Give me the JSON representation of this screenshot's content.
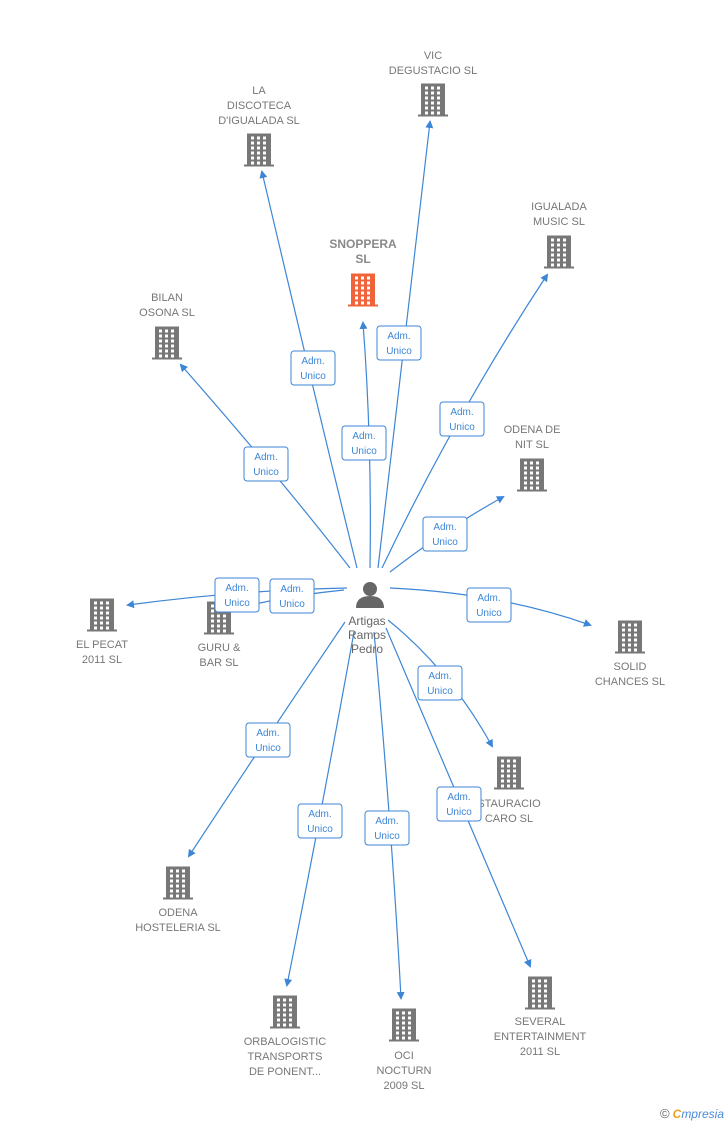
{
  "center": {
    "name_lines": [
      "Artigas",
      "Ramos",
      "Pedro"
    ],
    "icon": "person-icon"
  },
  "colors": {
    "edge": "#3d86d6",
    "building": "#777777",
    "building_highlight": "#f0643c",
    "role_border": "#3d86d6",
    "role_text": "#3d86d6"
  },
  "companies": [
    {
      "id": "la-discoteca",
      "label_lines": [
        "LA",
        "DISCOTECA",
        "D'IGUALADA SL"
      ],
      "role_lines": [
        "Adm.",
        "Unico"
      ],
      "highlight": false
    },
    {
      "id": "vic-degustacio",
      "label_lines": [
        "VIC",
        "DEGUSTACIO SL"
      ],
      "role_lines": [
        "Adm.",
        "Unico"
      ],
      "highlight": false
    },
    {
      "id": "snoppera",
      "label_lines": [
        "SNOPPERA",
        "SL"
      ],
      "role_lines": [
        "Adm.",
        "Unico"
      ],
      "highlight": true
    },
    {
      "id": "igualada-music",
      "label_lines": [
        "IGUALADA",
        "MUSIC  SL"
      ],
      "role_lines": [
        "Adm.",
        "Unico"
      ],
      "highlight": false
    },
    {
      "id": "bilan-osona",
      "label_lines": [
        "BILAN",
        "OSONA SL"
      ],
      "role_lines": [
        "Adm.",
        "Unico"
      ],
      "highlight": false
    },
    {
      "id": "odena-de-nit",
      "label_lines": [
        "ODENA DE",
        "NIT SL"
      ],
      "role_lines": [
        "Adm.",
        "Unico"
      ],
      "highlight": false
    },
    {
      "id": "el-pecat",
      "label_lines": [
        "EL PECAT",
        "2011 SL"
      ],
      "role_lines": [
        "Adm.",
        "Unico"
      ],
      "highlight": false
    },
    {
      "id": "guru-bar",
      "label_lines": [
        "GURU &",
        "BAR  SL"
      ],
      "role_lines": [
        "Adm.",
        "Unico"
      ],
      "highlight": false
    },
    {
      "id": "solid-chances",
      "label_lines": [
        "SOLID",
        "CHANCES SL"
      ],
      "role_lines": [
        "Adm.",
        "Unico"
      ],
      "highlight": false
    },
    {
      "id": "restauracio-caro",
      "label_lines": [
        "STAURACIO",
        "CARO  SL"
      ],
      "role_lines": [
        "Adm.",
        "Unico"
      ],
      "highlight": false
    },
    {
      "id": "odena-hosteleria",
      "label_lines": [
        "ODENA",
        "HOSTELERIA SL"
      ],
      "role_lines": [
        "Adm.",
        "Unico"
      ],
      "highlight": false
    },
    {
      "id": "orbalogistic",
      "label_lines": [
        "ORBALOGISTIC",
        "TRANSPORTS",
        "DE PONENT..."
      ],
      "role_lines": [
        "Adm.",
        "Unico"
      ],
      "highlight": false
    },
    {
      "id": "oci-nocturn",
      "label_lines": [
        "OCI",
        "NOCTURN",
        "2009 SL"
      ],
      "role_lines": [
        "Adm.",
        "Unico"
      ],
      "highlight": false
    },
    {
      "id": "several-entertainment",
      "label_lines": [
        "SEVERAL",
        "ENTERTAINMENT",
        "2011 SL"
      ],
      "role_lines": [
        "Adm.",
        "Unico"
      ],
      "highlight": false
    }
  ],
  "footer": {
    "copyright": "©",
    "brand_first": "C",
    "brand_rest": "mpresia"
  }
}
